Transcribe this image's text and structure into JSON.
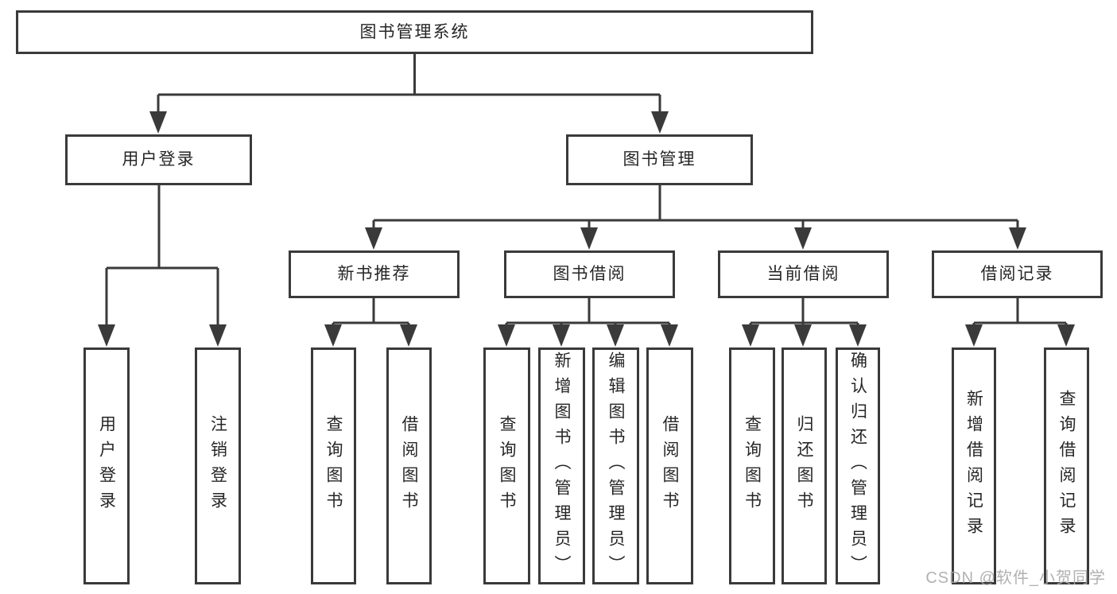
{
  "diagram": {
    "title": "图书管理系统",
    "branches": [
      {
        "label": "用户登录",
        "children": [
          {
            "label": "用户登录"
          },
          {
            "label": "注销登录"
          }
        ]
      },
      {
        "label": "图书管理",
        "children": [
          {
            "label": "新书推荐",
            "children": [
              {
                "label": "查询图书"
              },
              {
                "label": "借阅图书"
              }
            ]
          },
          {
            "label": "图书借阅",
            "children": [
              {
                "label": "查询图书"
              },
              {
                "label": "新增图书（管理员）"
              },
              {
                "label": "编辑图书（管理员）"
              },
              {
                "label": "借阅图书"
              }
            ]
          },
          {
            "label": "当前借阅",
            "children": [
              {
                "label": "查询图书"
              },
              {
                "label": "归还图书"
              },
              {
                "label": "确认归还（管理员）"
              }
            ]
          },
          {
            "label": "借阅记录",
            "children": [
              {
                "label": "新增借阅记录"
              },
              {
                "label": "查询借阅记录"
              }
            ]
          }
        ]
      }
    ]
  },
  "watermark": {
    "text": "CSDN @软件_小贺同学"
  },
  "colors": {
    "line": "#3a3a3a",
    "text": "#262626",
    "watermark": "#a9a9a9",
    "background": "#ffffff"
  }
}
